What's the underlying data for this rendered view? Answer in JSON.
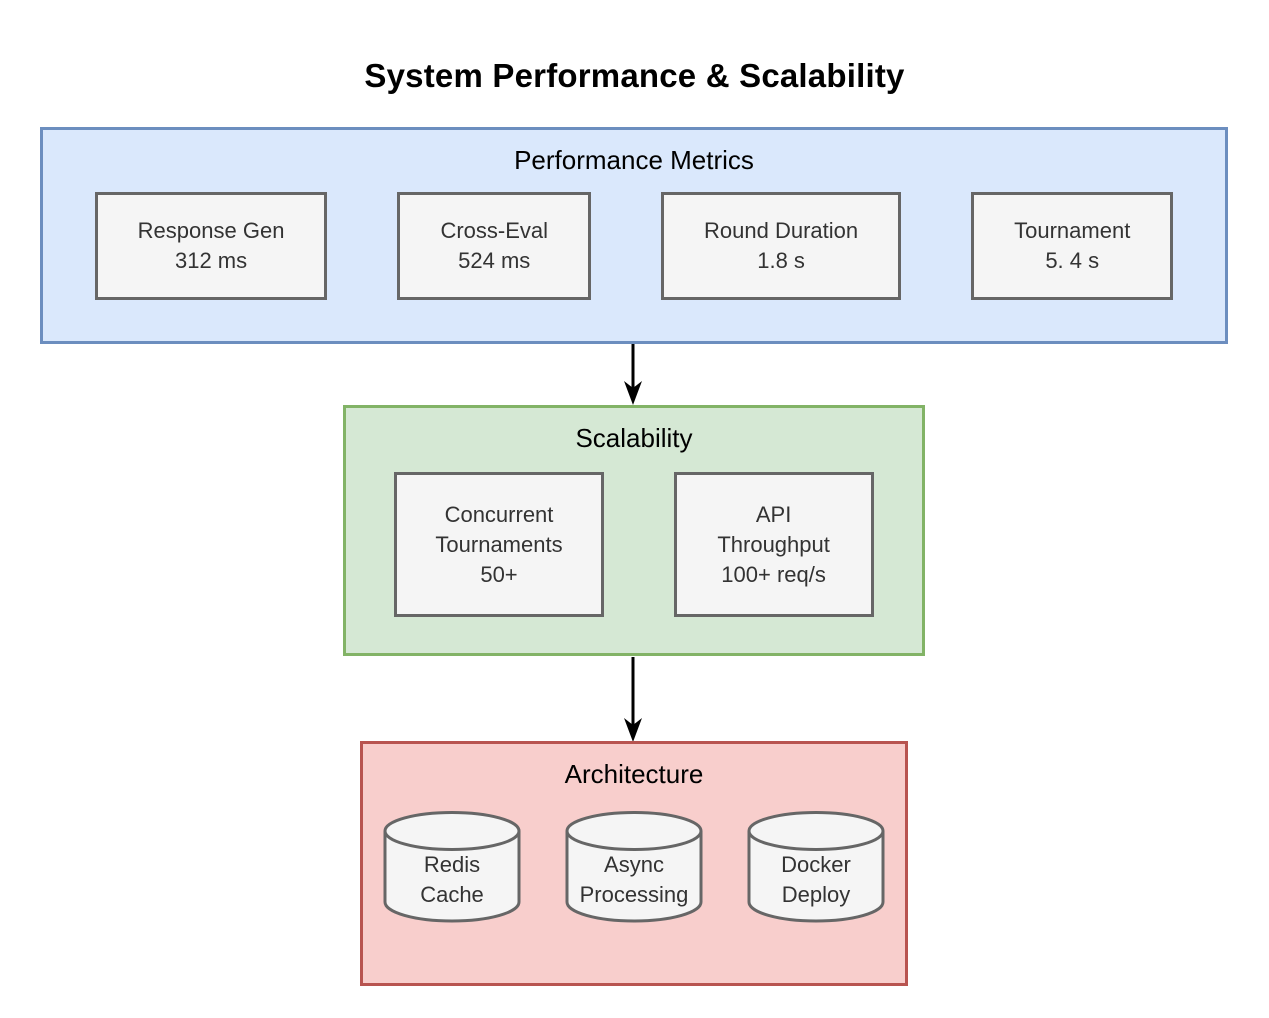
{
  "title": "System Performance & Scalability",
  "performance": {
    "label": "Performance Metrics",
    "fill_color": "#dae8fc",
    "border_color": "#6c8ebf",
    "items": [
      {
        "lines": [
          "Response Gen",
          "312 ms"
        ]
      },
      {
        "lines": [
          "Cross-Eval",
          "524 ms"
        ]
      },
      {
        "lines": [
          "Round Duration",
          "1.8 s"
        ]
      },
      {
        "lines": [
          "Tournament",
          "5. 4 s"
        ]
      }
    ]
  },
  "scalability": {
    "label": "Scalability",
    "fill_color": "#d5e8d4",
    "border_color": "#82b366",
    "items": [
      {
        "lines": [
          "Concurrent",
          "Tournaments",
          "50+"
        ]
      },
      {
        "lines": [
          "API",
          "Throughput",
          "100+ req/s"
        ]
      }
    ]
  },
  "architecture": {
    "label": "Architecture",
    "fill_color": "#f8cecc",
    "border_color": "#b85450",
    "items": [
      {
        "lines": [
          "Redis",
          "Cache"
        ]
      },
      {
        "lines": [
          "Async",
          "Processing"
        ]
      },
      {
        "lines": [
          "Docker",
          "Deploy"
        ]
      }
    ]
  },
  "node_style": {
    "fill_color": "#f5f5f5",
    "border_color": "#666666",
    "text_color": "#333333"
  },
  "arrow_color": "#000000"
}
